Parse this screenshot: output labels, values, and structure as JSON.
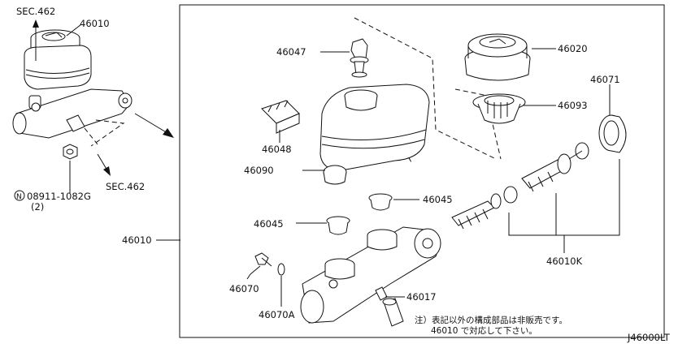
{
  "diagram": {
    "sheet_id": "J46000LT",
    "note_line1": "注）表記以外の構成部品は非販売です。",
    "note_line2": "46010 で対応して下さい。"
  },
  "overview": {
    "sec_top": "SEC.462",
    "sec_bottom": "SEC.462",
    "assembly_ref": "46010",
    "nut_part_no": "08911-1082G",
    "nut_qty": "(2)",
    "nut_prefix_symbol": "N"
  },
  "parts": {
    "p46047": "46047",
    "p46020": "46020",
    "p46071": "46071",
    "p46093": "46093",
    "p46048": "46048",
    "p46090": "46090",
    "p46045a": "46045",
    "p46045b": "46045",
    "p46010": "46010",
    "p46010k": "46010K",
    "p46070": "46070",
    "p46070a": "46070A",
    "p46017": "46017"
  }
}
